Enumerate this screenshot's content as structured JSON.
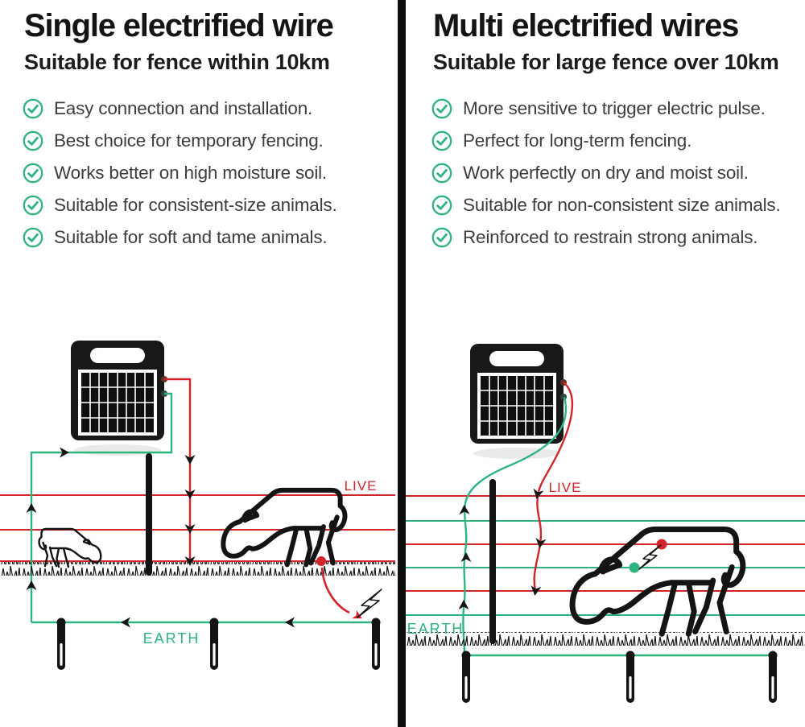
{
  "panels": [
    {
      "id": "single-wire",
      "title": "Single electrified wire",
      "subtitle": "Suitable for fence within 10km",
      "bullets": [
        "Easy connection and installation.",
        "Best choice for temporary fencing.",
        "Works better on high moisture soil.",
        "Suitable for consistent-size animals.",
        "Suitable for soft and tame animals."
      ],
      "diagram": {
        "live_label": "LIVE",
        "earth_label": "EARTH"
      }
    },
    {
      "id": "multi-wires",
      "title": "Multi electrified wires",
      "subtitle": "Suitable for large fence over 10km",
      "bullets": [
        "More sensitive to trigger electric pulse.",
        "Perfect for long-term fencing.",
        "Work perfectly on dry and moist soil.",
        "Suitable for non-consistent size animals.",
        "Reinforced to restrain strong animals."
      ],
      "diagram": {
        "live_label": "LIVE",
        "earth_label": "EARTH"
      }
    }
  ],
  "colors": {
    "live_wire": "#d2252b",
    "earth_wire": "#2eb57f",
    "check_icon": "#2eb57f",
    "ink": "#161616",
    "divider": "#0e0e0e"
  },
  "icons": {
    "bullet": "check-circle-icon",
    "shock": "lightning-bolt-icon",
    "device": "solar-energizer"
  }
}
